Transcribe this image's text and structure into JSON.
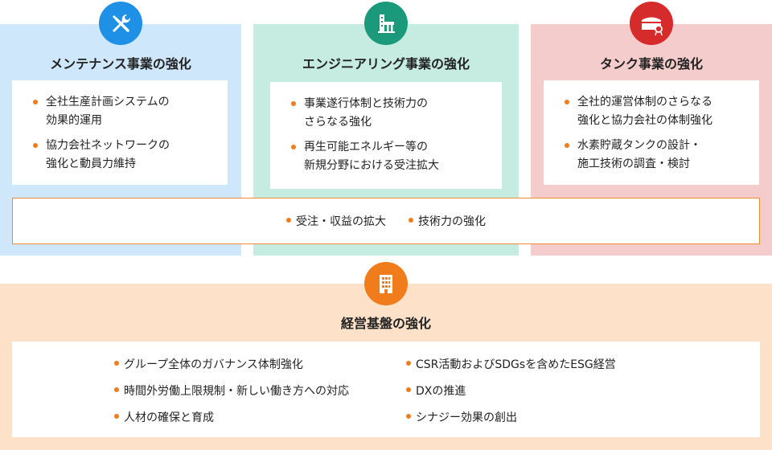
{
  "colors": {
    "maintenance_bg": "#cfe7fb",
    "maintenance_icon": "#1e90e6",
    "engineering_bg": "#c6ebe1",
    "engineering_icon": "#1a9a7a",
    "tank_bg": "#f5cccc",
    "tank_icon": "#d62b2b",
    "base_bg": "#fde1c8",
    "base_icon": "#f07c1c",
    "bullet": "#f07c1c"
  },
  "maintenance": {
    "icon": "wrench-screwdriver-icon",
    "title": "メンテナンス事業の強化",
    "items": [
      "全社生産計画システムの\n効果的運用",
      "協力会社ネットワークの\n強化と動員力維持"
    ]
  },
  "engineering": {
    "icon": "factory-icon",
    "title": "エンジニアリング事業の強化",
    "items": [
      "事業遂行体制と技術力の\nさらなる強化",
      "再生可能エネルギー等の\n新規分野における受注拡大"
    ]
  },
  "tank": {
    "icon": "tank-icon",
    "title": "タンク事業の強化",
    "items": [
      "全社的運営体制のさらなる\n強化と協力会社の体制強化",
      "水素貯蔵タンクの設計・\n施工技術の調査・検討"
    ]
  },
  "shared": {
    "items": [
      "受注・収益の拡大",
      "技術力の強化"
    ]
  },
  "base": {
    "icon": "building-icon",
    "title": "経営基盤の強化",
    "left_items": [
      "グループ全体のガバナンス体制強化",
      "時間外労働上限規制・新しい働き方への対応",
      "人材の確保と育成"
    ],
    "right_items": [
      "CSR活動およびSDGsを含めたESG経営",
      "DXの推進",
      "シナジー効果の創出"
    ]
  }
}
